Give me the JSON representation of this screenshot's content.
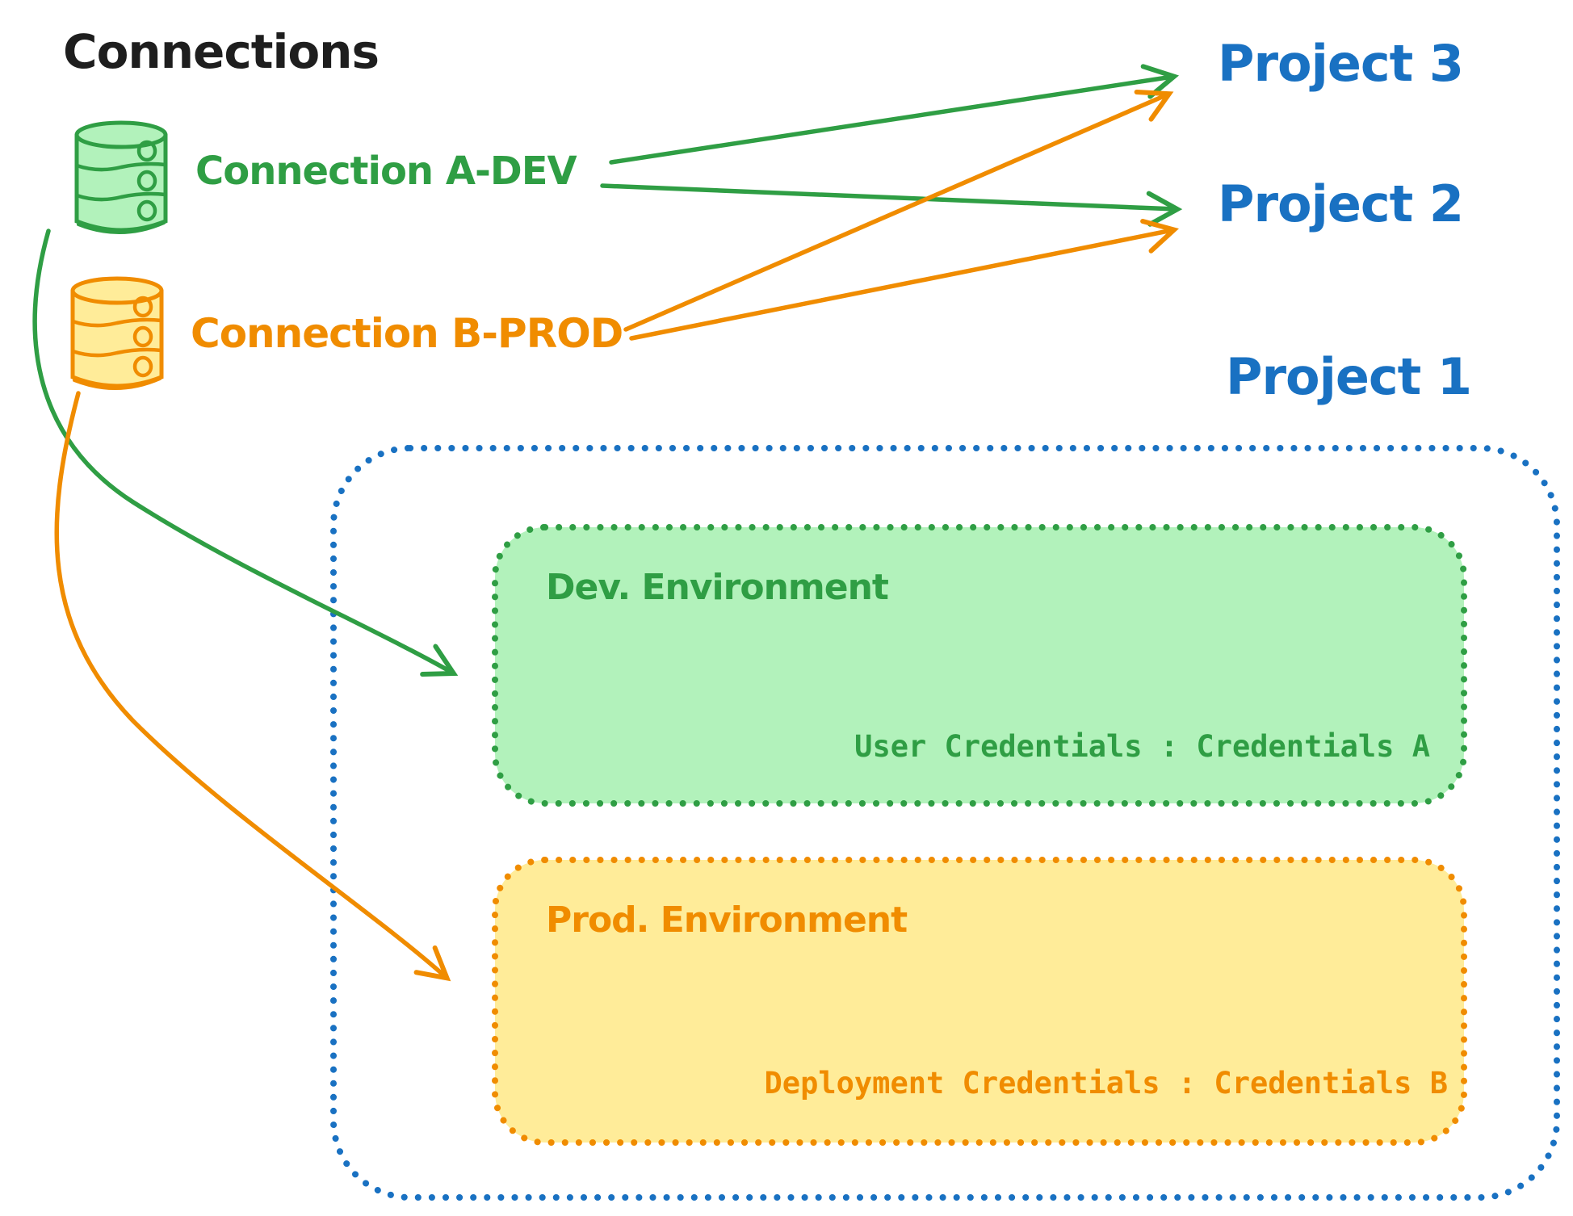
{
  "diagram": {
    "title": "Connections",
    "connections": [
      {
        "id": "a-dev",
        "label": "Connection A-DEV",
        "color": "#2f9e44",
        "fill": "#b2f2bb",
        "icon": "database-cylinder"
      },
      {
        "id": "b-prod",
        "label": "Connection B-PROD",
        "color": "#f08c00",
        "fill": "#ffec99",
        "icon": "database-cylinder"
      }
    ],
    "projects": [
      {
        "label": "Project 3"
      },
      {
        "label": "Project 2"
      },
      {
        "label": "Project 1"
      }
    ],
    "project1_container": {
      "border_color": "#1971c2",
      "environments": [
        {
          "id": "dev",
          "title": "Dev. Environment",
          "credentials": "User Credentials : Credentials A",
          "stroke": "#2f9e44",
          "fill": "#b2f2bb"
        },
        {
          "id": "prod",
          "title": "Prod. Environment",
          "credentials": "Deployment Credentials : Credentials B",
          "stroke": "#f08c00",
          "fill": "#ffec99"
        }
      ]
    },
    "edges": [
      {
        "from": "Connection A-DEV",
        "to": "Project 3",
        "color": "#2f9e44"
      },
      {
        "from": "Connection A-DEV",
        "to": "Project 2",
        "color": "#2f9e44"
      },
      {
        "from": "Connection B-PROD",
        "to": "Project 3",
        "color": "#f08c00"
      },
      {
        "from": "Connection B-PROD",
        "to": "Project 2",
        "color": "#f08c00"
      },
      {
        "from": "Connection A-DEV",
        "to": "Dev. Environment",
        "color": "#2f9e44"
      },
      {
        "from": "Connection B-PROD",
        "to": "Prod. Environment",
        "color": "#f08c00"
      }
    ],
    "colors": {
      "black": "#1e1e1e",
      "green": "#2f9e44",
      "green_fill": "#b2f2bb",
      "orange": "#f08c00",
      "orange_fill": "#ffec99",
      "blue": "#1971c2",
      "background": "#ffffff"
    }
  }
}
